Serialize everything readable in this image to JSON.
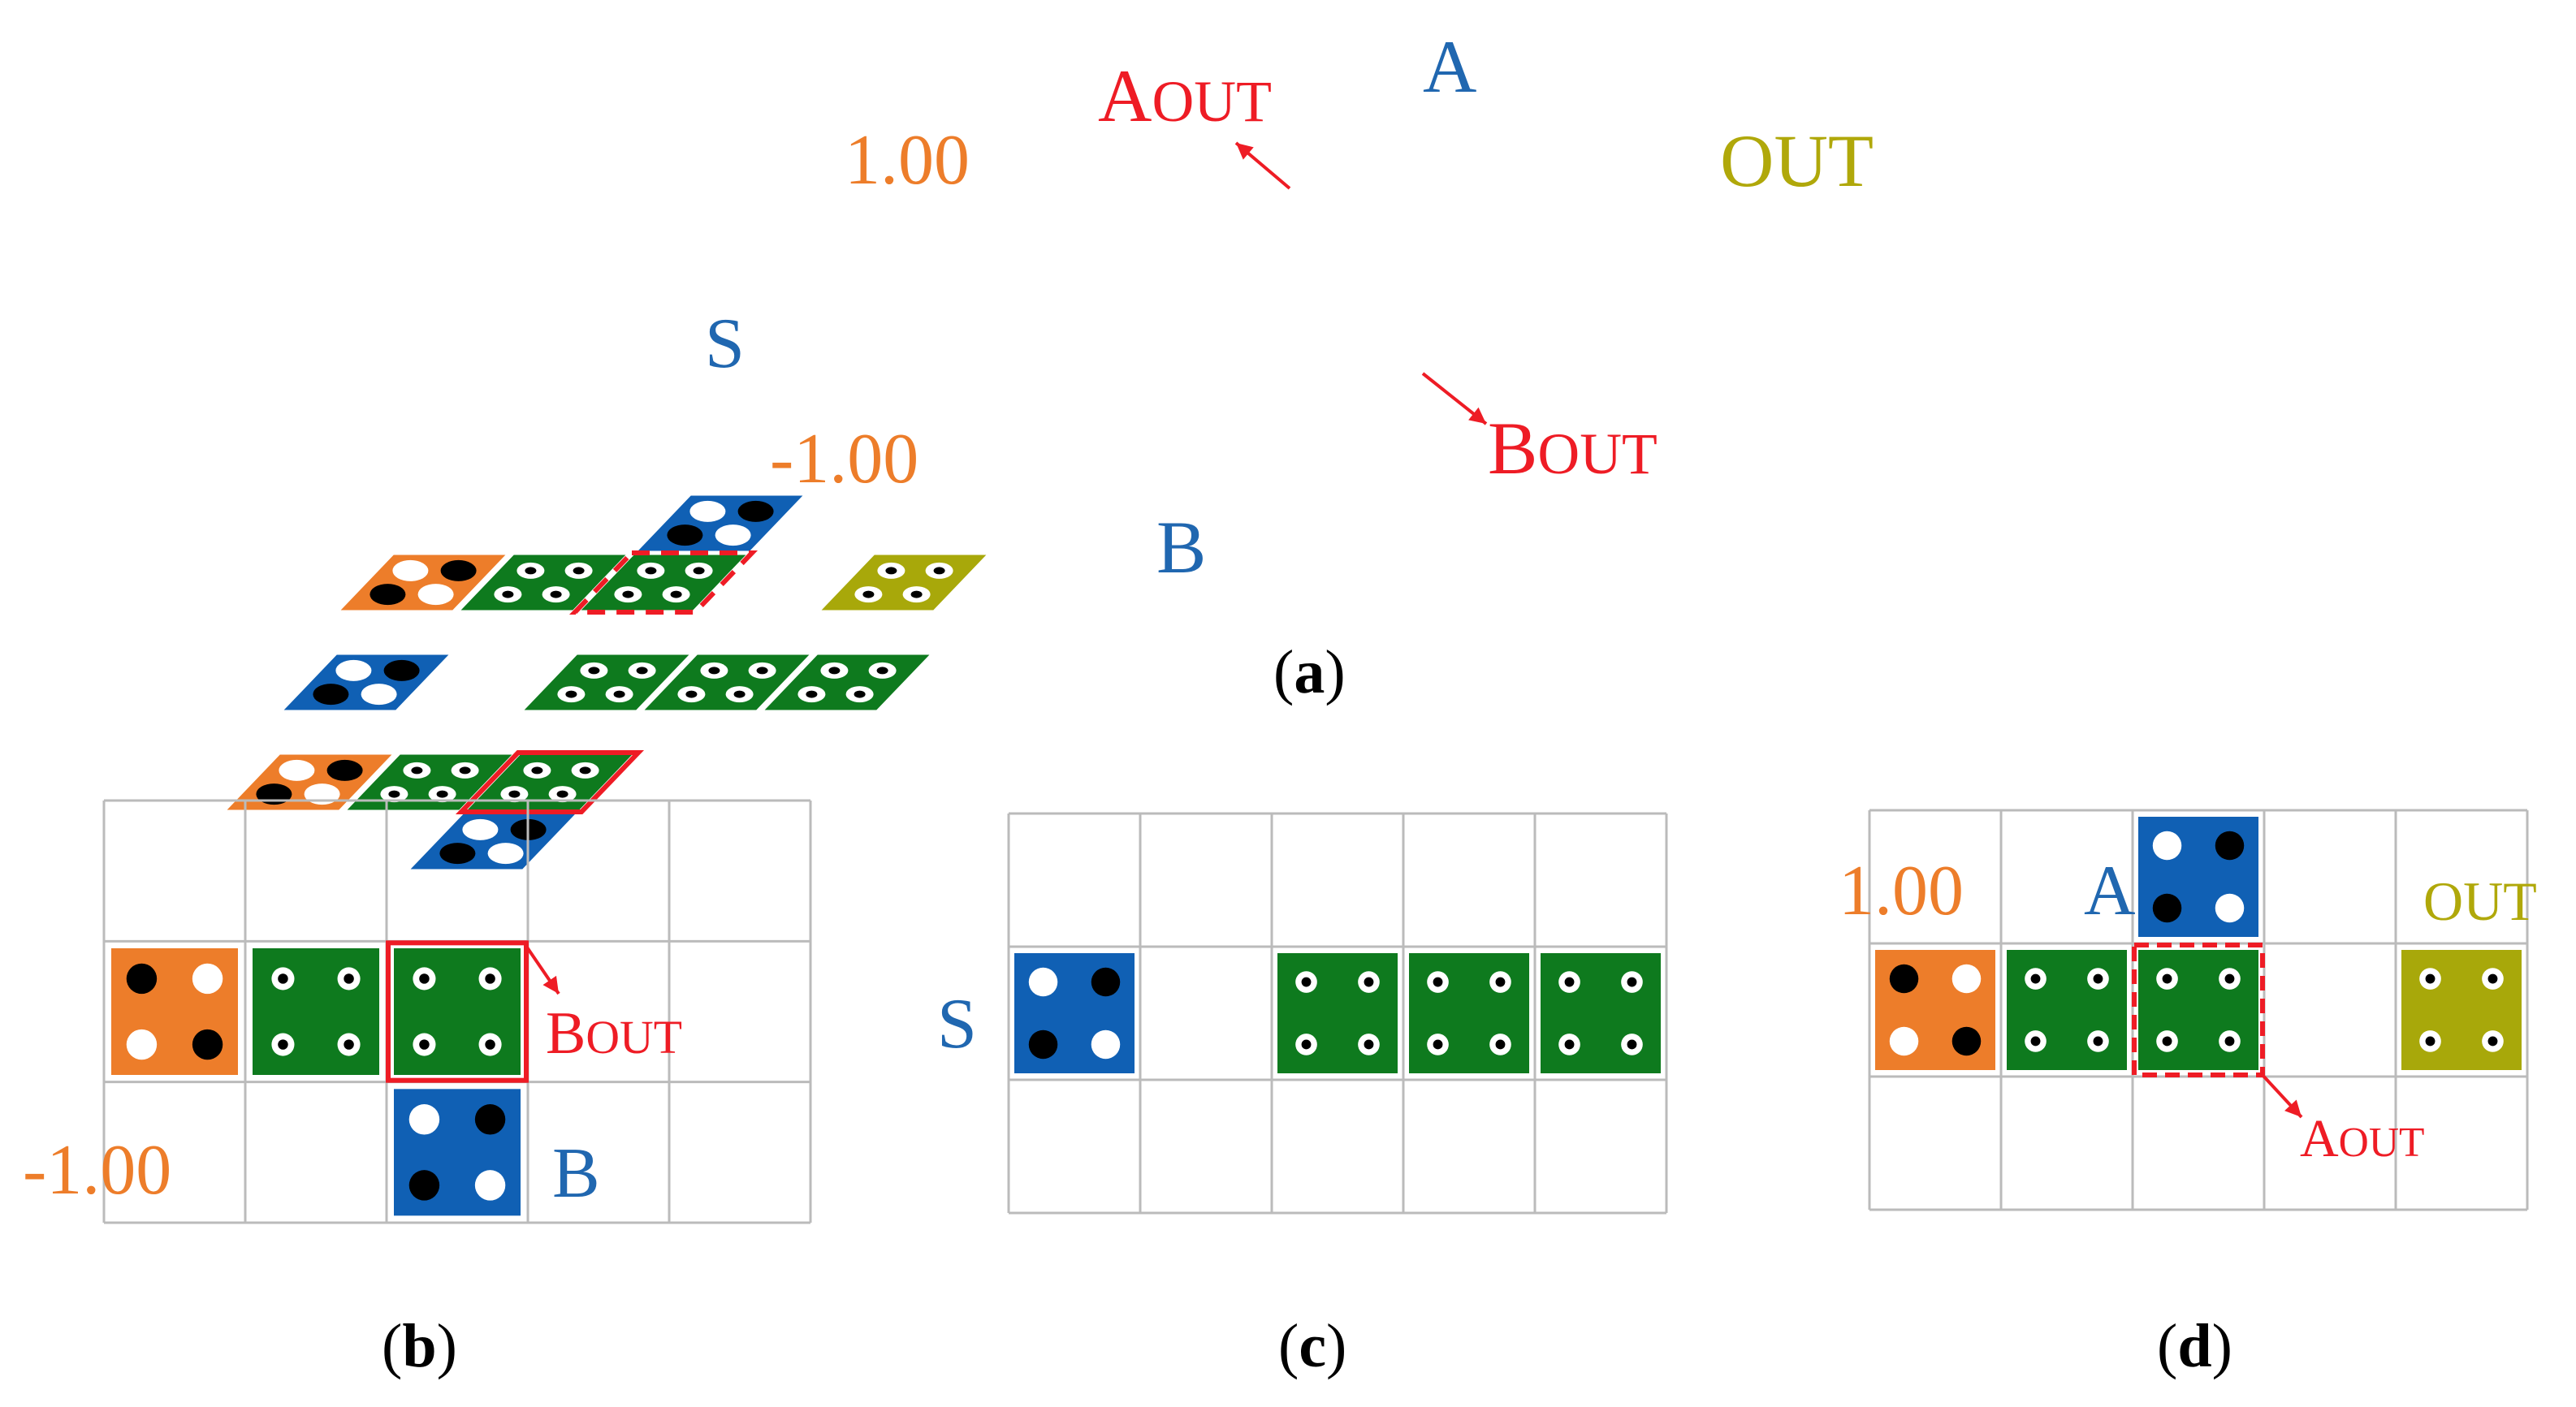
{
  "colors": {
    "orange": "#ED7D2A",
    "green": "#0E7A1E",
    "blue": "#1060B4",
    "olive": "#A8A80A",
    "red": "#EE1C25",
    "grid": "#BBBBBB"
  },
  "panel_a": {
    "label_a": "A",
    "label_aout_main": "A",
    "label_aout_sub": "OUT",
    "label_out": "OUT",
    "label_pos": "1.00",
    "label_s": "S",
    "label_neg": "-1.00",
    "label_bout_main": "B",
    "label_bout_sub": "OUT",
    "label_b": "B",
    "caption_open": "(",
    "caption_letter": "a",
    "caption_close": ")"
  },
  "panel_b": {
    "label_bout_main": "B",
    "label_bout_sub": "OUT",
    "label_neg": "-1.00",
    "label_b": "B",
    "caption_open": "(",
    "caption_letter": "b",
    "caption_close": ")"
  },
  "panel_c": {
    "label_s": "S",
    "caption_open": "(",
    "caption_letter": "c",
    "caption_close": ")"
  },
  "panel_d": {
    "label_pos": "1.00",
    "label_a": "A",
    "label_out": "OUT",
    "label_aout_main": "A",
    "label_aout_sub": "OUT",
    "caption_open": "(",
    "caption_letter": "d",
    "caption_close": ")"
  }
}
